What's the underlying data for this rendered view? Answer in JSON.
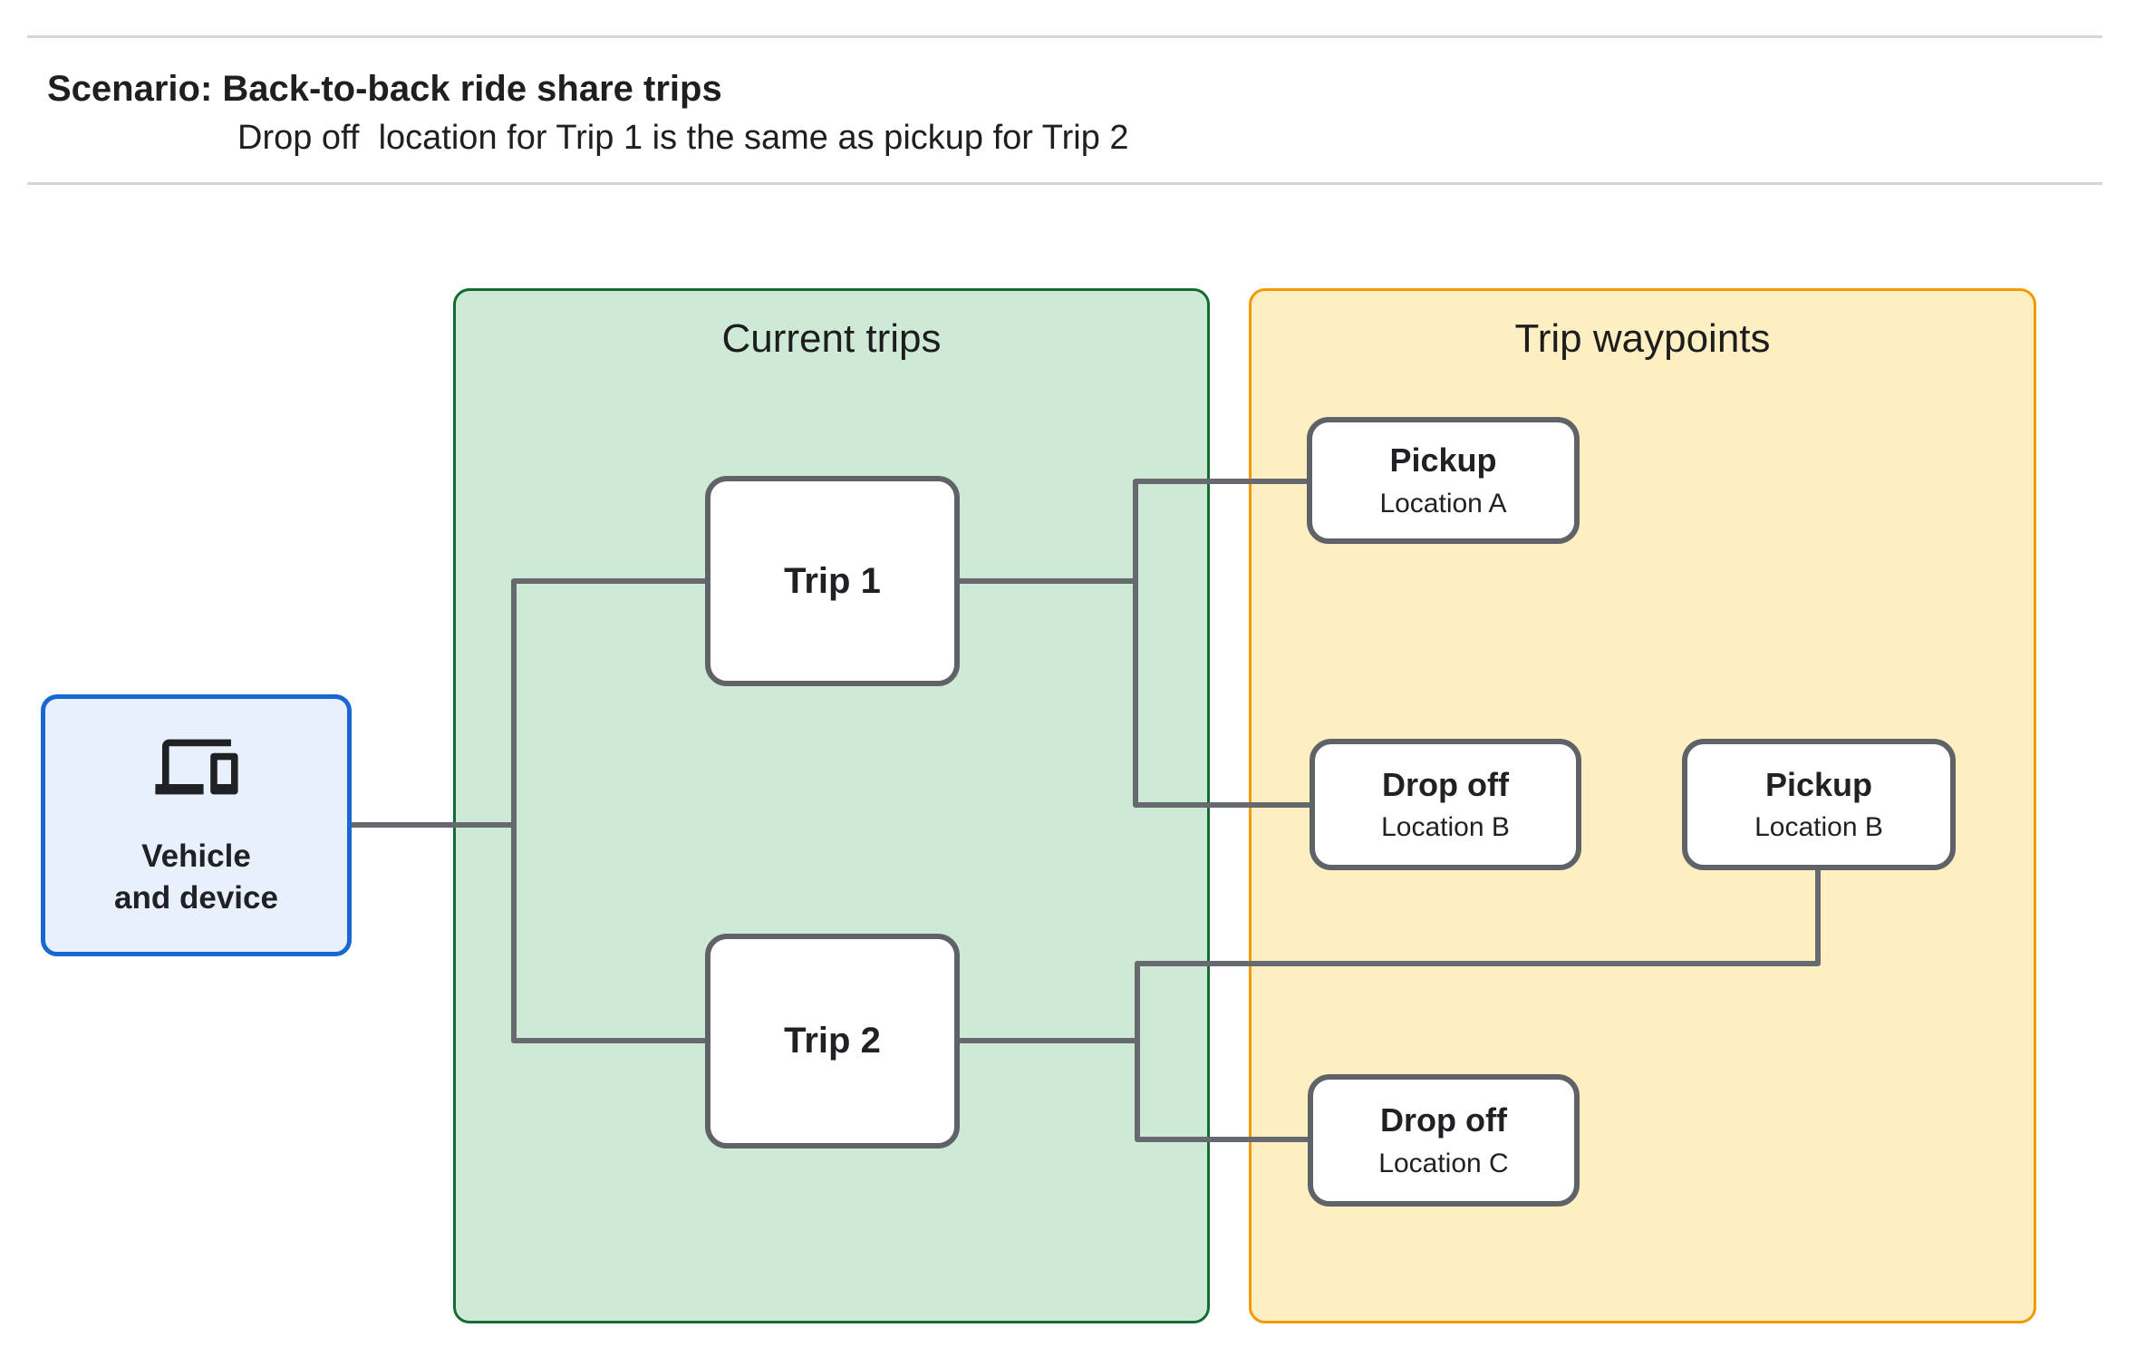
{
  "header": {
    "title": "Scenario: Back-to-back ride share trips",
    "subtitle": "Drop off  location for Trip 1 is the same as pickup for Trip 2"
  },
  "containers": {
    "current_trips": {
      "title": "Current trips",
      "fill": "#ceead6",
      "border": "#146c2e"
    },
    "trip_waypoints": {
      "title": "Trip waypoints",
      "fill": "#feefc3",
      "border": "#f29900"
    }
  },
  "vehicle": {
    "line1": "Vehicle",
    "line2": "and device",
    "icon": "devices-icon",
    "fill": "#e8f0fe",
    "border": "#1967d2"
  },
  "trips": [
    {
      "label": "Trip 1"
    },
    {
      "label": "Trip 2"
    }
  ],
  "waypoints": [
    {
      "title": "Pickup",
      "subtitle": "Location A"
    },
    {
      "title": "Drop off",
      "subtitle": "Location B"
    },
    {
      "title": "Pickup",
      "subtitle": "Location B"
    },
    {
      "title": "Drop off",
      "subtitle": "Location C"
    }
  ],
  "colors": {
    "connector": "#66696d",
    "node_border": "#5f6368",
    "text": "#202124",
    "rule": "#d5d5d5"
  }
}
